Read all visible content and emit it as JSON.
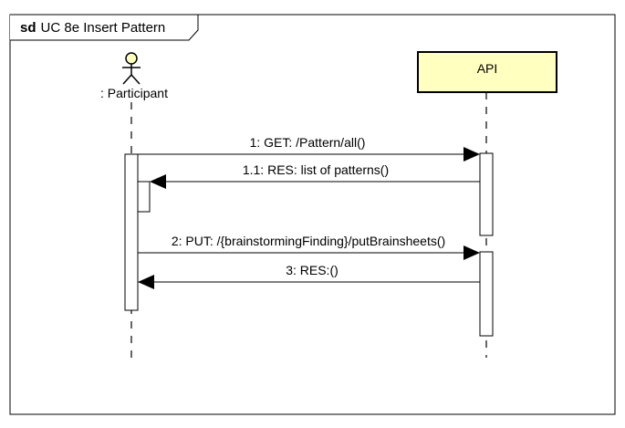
{
  "frame": {
    "keyword": "sd",
    "name": "UC 8e Insert Pattern"
  },
  "lifelines": {
    "participant": {
      "label": ": Participant",
      "kind": "actor"
    },
    "api": {
      "label": "API",
      "kind": "object"
    }
  },
  "messages": [
    {
      "label": "1: GET: /Pattern/all()",
      "direction": "to-api",
      "kind": "call"
    },
    {
      "label": "1.1: RES: list of patterns()",
      "direction": "to-participant",
      "kind": "reply"
    },
    {
      "label": "2: PUT: /{brainstormingFinding}/putBrainsheets()",
      "direction": "to-api",
      "kind": "call"
    },
    {
      "label": "3: RES:()",
      "direction": "to-participant",
      "kind": "reply"
    }
  ],
  "colors": {
    "api_box_fill": "#FFFFC0",
    "line": "#000000",
    "activation_fill": "#FFFFFF",
    "background": "#FFFFFF"
  }
}
